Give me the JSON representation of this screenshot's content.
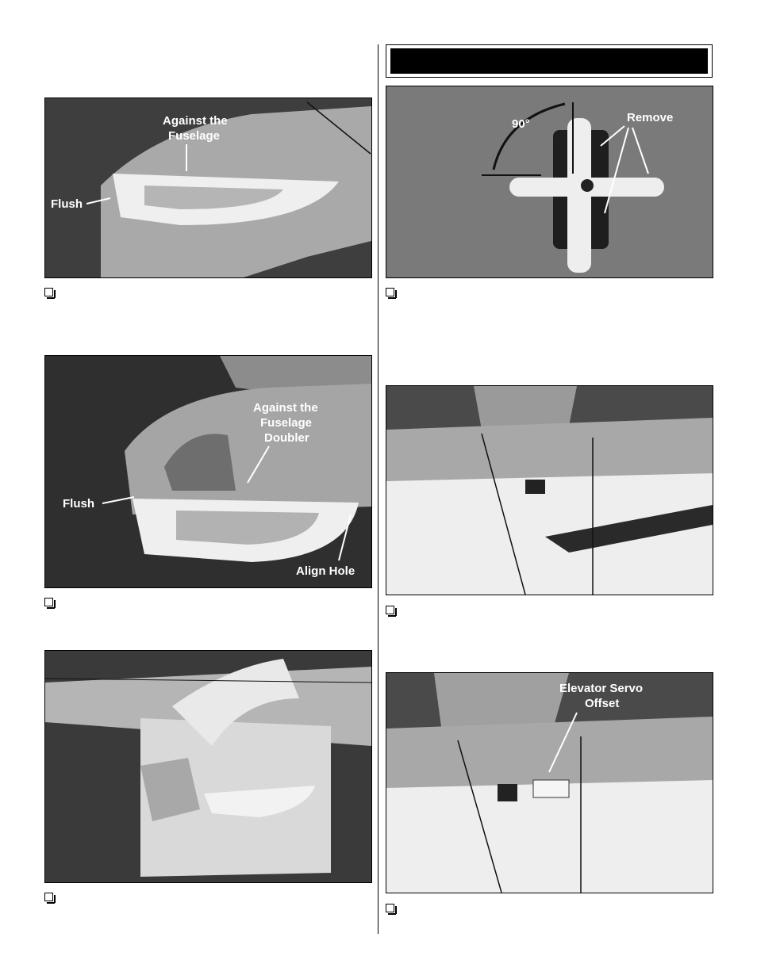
{
  "header": {
    "title": ""
  },
  "photos": {
    "p1": {
      "callouts": [
        "Against the",
        "Fuselage",
        "Flush"
      ]
    },
    "p2": {
      "callouts": [
        "Against the",
        "Fuselage",
        "Doubler",
        "Flush",
        "Align Hole"
      ]
    },
    "p3": {
      "callouts": []
    },
    "p4": {
      "callouts": [
        "90°",
        "Remove"
      ]
    },
    "p5": {
      "callouts": []
    },
    "p6": {
      "callouts": [
        "Elevator Servo",
        "Offset"
      ]
    }
  },
  "colors": {
    "photo_bg": "#555555",
    "foam": "#e8e8e8",
    "callout_text": "#ffffff"
  }
}
